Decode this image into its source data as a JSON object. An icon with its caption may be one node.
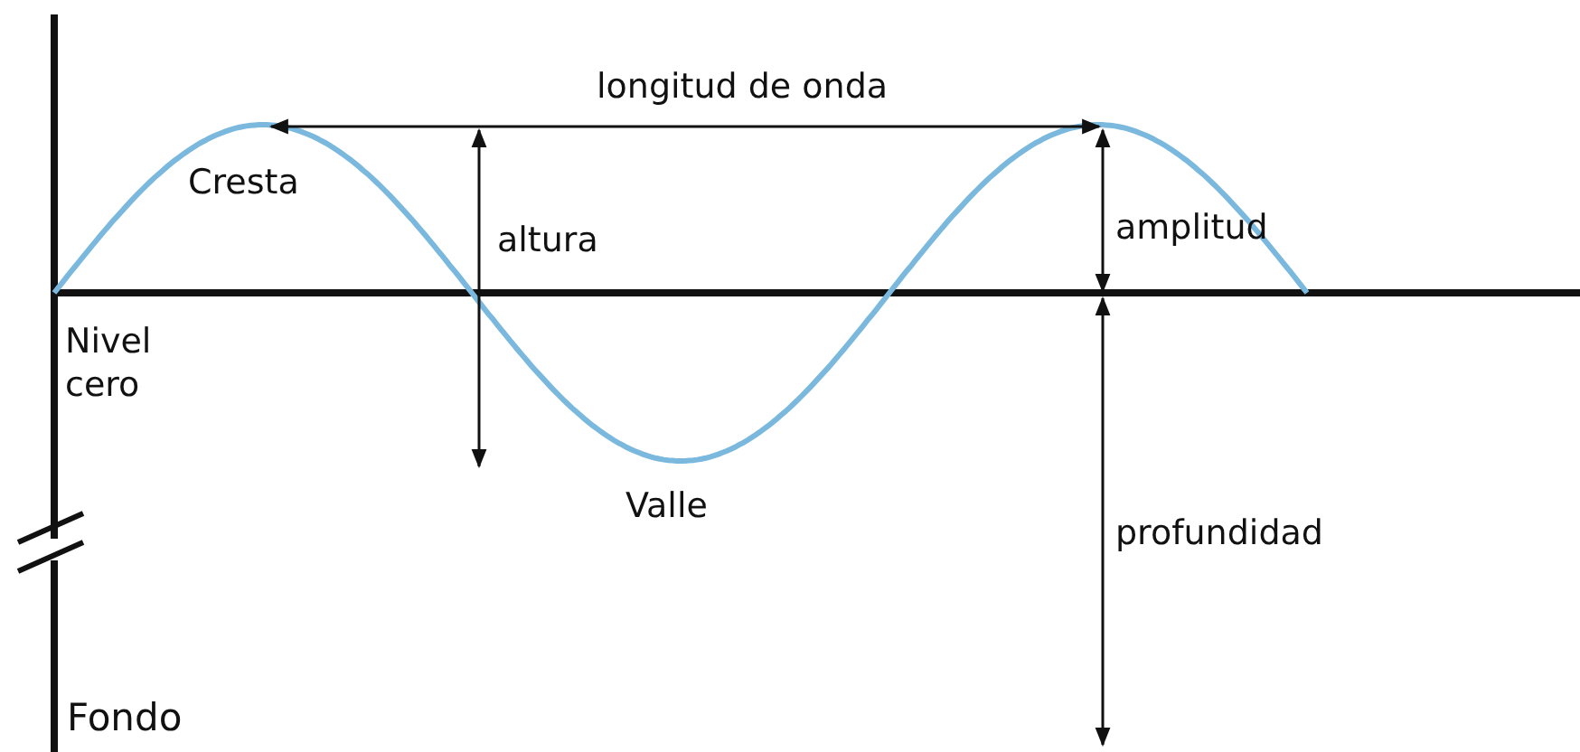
{
  "diagram": {
    "labels": [
      "longitud de onda",
      "Cresta",
      "altura",
      "amplitud",
      "Nivel cero",
      "Valle",
      "profundidad",
      "Fondo"
    ]
  }
}
